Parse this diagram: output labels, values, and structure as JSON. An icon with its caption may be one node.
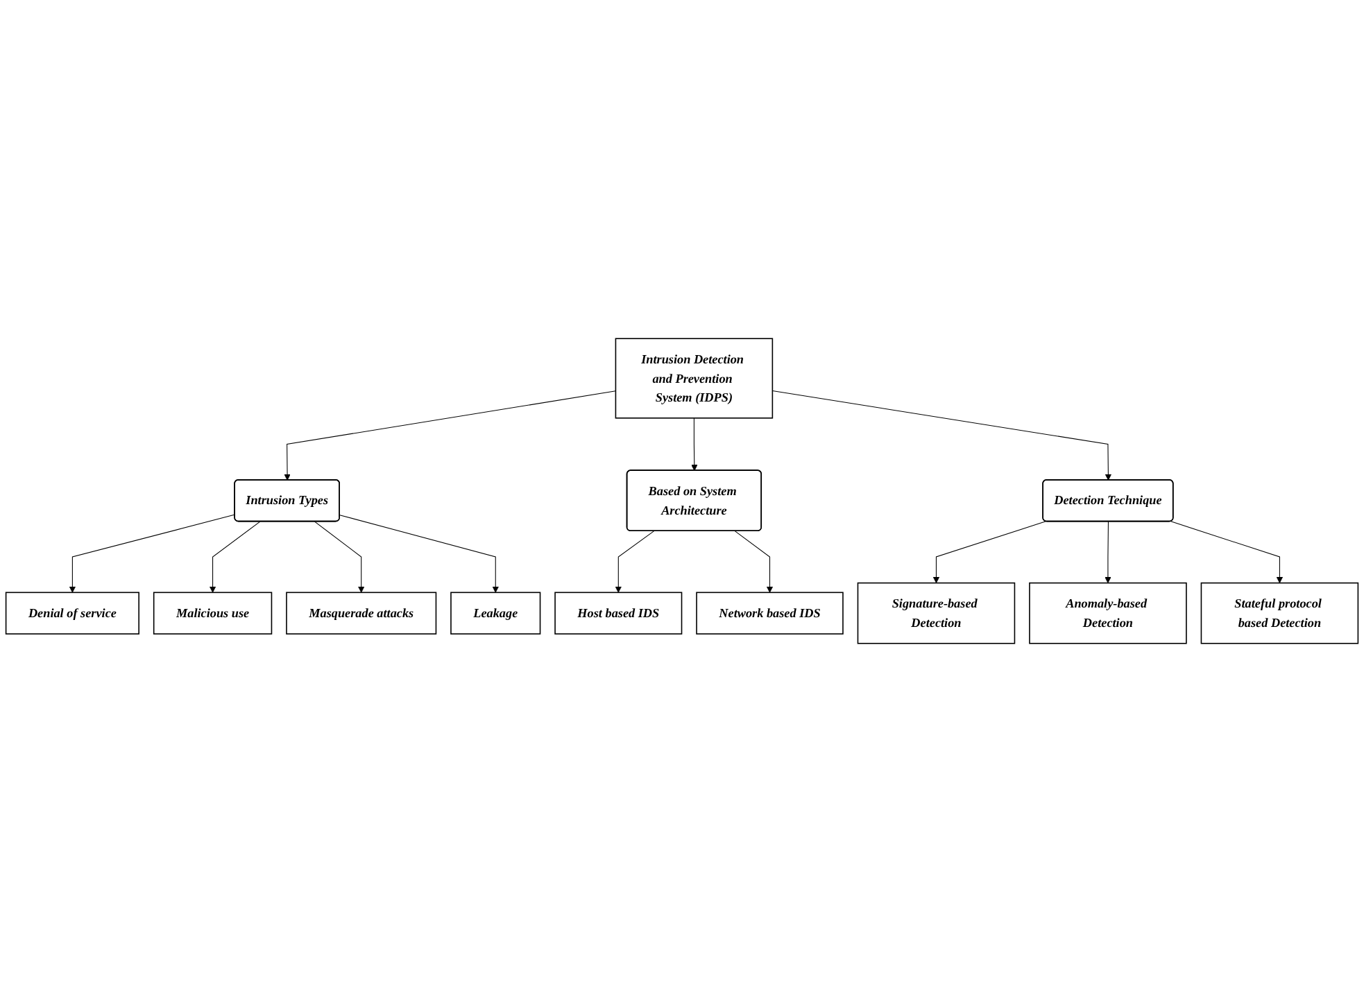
{
  "diagram": {
    "nodes": [
      {
        "text": [
          "Intrusion Detection and Prevention System (IDPS)"
        ]
      },
      {
        "text": [
          "Intrusion Types"
        ]
      },
      {
        "text": [
          "Based on System Architecture"
        ]
      },
      {
        "text": [
          "Detection Technique"
        ]
      },
      {
        "text": [
          "Denial of service"
        ]
      },
      {
        "text": [
          "Malicious use"
        ]
      },
      {
        "text": [
          "Masquerade attacks"
        ]
      },
      {
        "text": [
          "Leakage"
        ]
      },
      {
        "text": [
          "Host based IDS"
        ]
      },
      {
        "text": [
          "Network based IDS"
        ]
      },
      {
        "text": [
          "Signature-based Detection"
        ]
      },
      {
        "text": [
          "Anomaly-based Detection"
        ]
      },
      {
        "text": [
          "Stateful protocol based Detection"
        ]
      }
    ],
    "edges": [
      {
        "from": 0,
        "to": 1,
        "arrow": "to"
      },
      {
        "from": 0,
        "to": 2,
        "arrow": "to"
      },
      {
        "from": 0,
        "to": 3,
        "arrow": "to"
      },
      {
        "from": 1,
        "to": 4,
        "arrow": "to"
      },
      {
        "from": 1,
        "to": 5,
        "arrow": "to"
      },
      {
        "from": 1,
        "to": 6,
        "arrow": "to"
      },
      {
        "from": 1,
        "to": 7,
        "arrow": "to"
      },
      {
        "from": 2,
        "to": 8,
        "arrow": "to"
      },
      {
        "from": 2,
        "to": 9,
        "arrow": "to"
      },
      {
        "from": 3,
        "to": 10,
        "arrow": "to"
      },
      {
        "from": 3,
        "to": 11,
        "arrow": "to"
      },
      {
        "from": 3,
        "to": 12,
        "arrow": "to"
      }
    ]
  }
}
